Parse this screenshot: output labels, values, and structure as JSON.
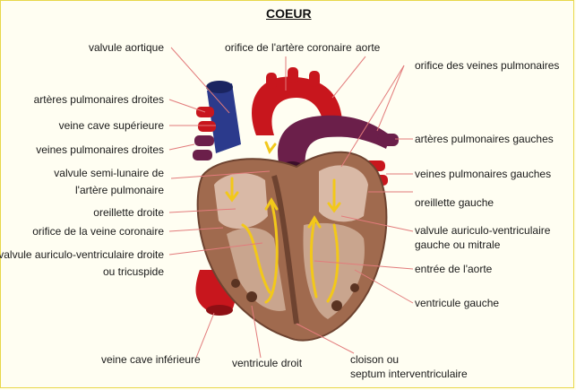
{
  "title": "COEUR",
  "labels": {
    "valvule_aortique": "valvule aortique",
    "orifice_artere_coronaire": "orifice de l'artère coronaire",
    "aorte": "aorte",
    "orifice_veines_pulmonaires": "orifice des veines pulmonaires",
    "arteres_pulmonaires_droites": "artères pulmonaires droites",
    "veine_cave_superieure": "veine cave supérieure",
    "veines_pulmonaires_droites": "veines pulmonaires droites",
    "arteres_pulmonaires_gauches": "artères pulmonaires gauches",
    "veines_pulmonaires_gauches": "veines pulmonaires gauches",
    "valvule_semi_lunaire_l1": "valvule semi-lunaire de",
    "valvule_semi_lunaire_l2": "l'artère pulmonaire",
    "oreillette_gauche": "oreillette gauche",
    "oreillette_droite": "oreillette droite",
    "orifice_veine_coronaire": "orifice de la veine coronaire",
    "valvule_av_gauche_l1": "valvule auriculo-ventriculaire",
    "valvule_av_gauche_l2": "gauche ou mitrale",
    "valvule_av_droite_l1": "valvule auriculo-ventriculaire droite",
    "valvule_av_droite_l2": "ou tricuspide",
    "entree_aorte": "entrée de l'aorte",
    "ventricule_gauche": "ventricule gauche",
    "veine_cave_inferieure": "veine cave inférieure",
    "ventricule_droit": "ventricule droit",
    "cloison_l1": "cloison ou",
    "cloison_l2": "septum interventriculaire"
  },
  "colors": {
    "artery_red": "#c8161d",
    "vein_blue": "#2b3a8c",
    "pulmonary_purple": "#6b1f4a",
    "muscle": "#a06a4e",
    "chamber": "#d9b9a6",
    "flow_arrow": "#f2c81a",
    "leader_line": "#e27b7b"
  }
}
